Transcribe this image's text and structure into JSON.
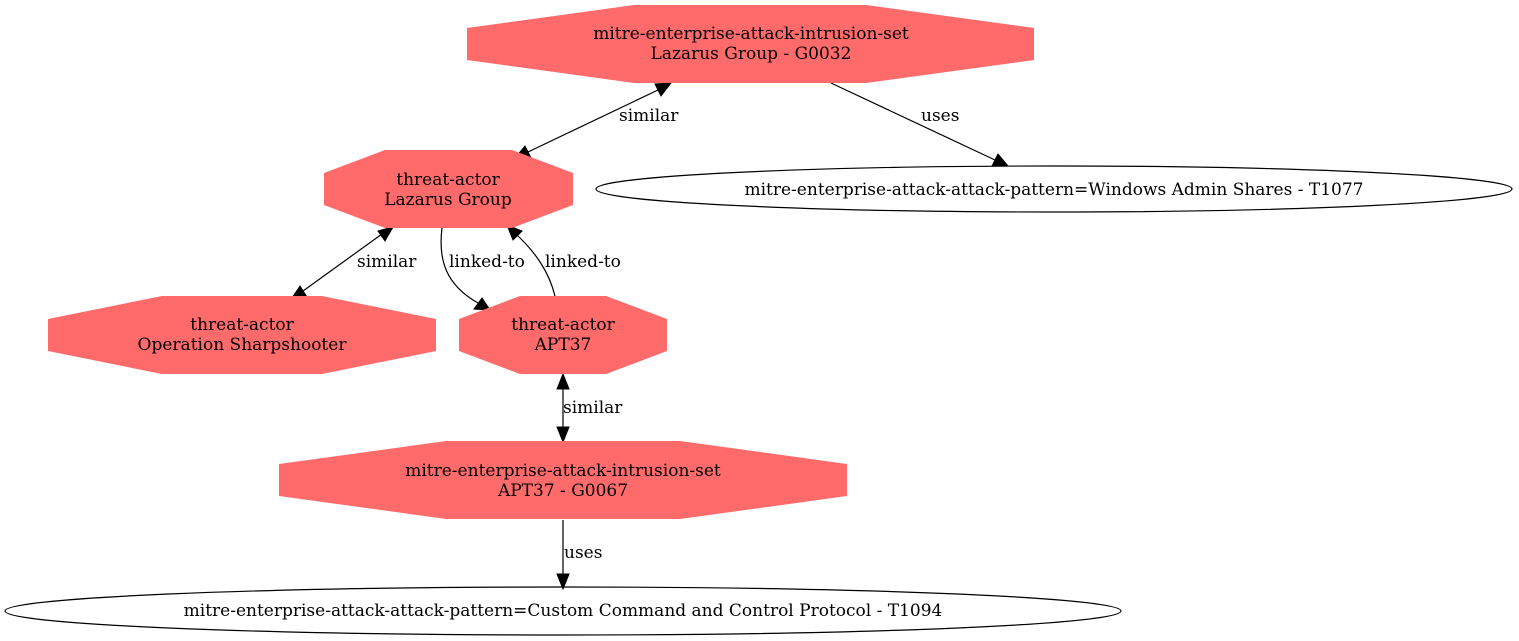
{
  "colors": {
    "intrusion_set_fill": "#ff6b6b",
    "threat_actor_fill": "#ff6b6b",
    "attack_pattern_stroke": "#000000",
    "edge": "#000000"
  },
  "nodes": {
    "lazarus_g0032": {
      "shape": "octagon",
      "type_label": "mitre-enterprise-attack-intrusion-set",
      "name_label": "Lazarus Group - G0032"
    },
    "windows_admin_shares": {
      "shape": "ellipse",
      "label": "mitre-enterprise-attack-attack-pattern=Windows Admin Shares - T1077"
    },
    "lazarus_actor": {
      "shape": "octagon",
      "type_label": "threat-actor",
      "name_label": "Lazarus Group"
    },
    "operation_sharpshooter": {
      "shape": "octagon",
      "type_label": "threat-actor",
      "name_label": "Operation Sharpshooter"
    },
    "apt37_actor": {
      "shape": "octagon",
      "type_label": "threat-actor",
      "name_label": "APT37"
    },
    "apt37_g0067": {
      "shape": "octagon",
      "type_label": "mitre-enterprise-attack-intrusion-set",
      "name_label": "APT37 - G0067"
    },
    "custom_c2": {
      "shape": "ellipse",
      "label": "mitre-enterprise-attack-attack-pattern=Custom Command and Control Protocol - T1094"
    }
  },
  "edges": {
    "g0032_lazarus": {
      "from": "lazarus_g0032",
      "to": "lazarus_actor",
      "label": "similar",
      "direction": "both"
    },
    "g0032_t1077": {
      "from": "lazarus_g0032",
      "to": "windows_admin_shares",
      "label": "uses",
      "direction": "forward"
    },
    "lazarus_sharpshooter": {
      "from": "lazarus_actor",
      "to": "operation_sharpshooter",
      "label": "similar",
      "direction": "both"
    },
    "lazarus_apt37": {
      "from": "lazarus_actor",
      "to": "apt37_actor",
      "label": "linked-to",
      "direction": "forward"
    },
    "apt37_lazarus": {
      "from": "apt37_actor",
      "to": "lazarus_actor",
      "label": "linked-to",
      "direction": "forward"
    },
    "apt37_g0067": {
      "from": "apt37_actor",
      "to": "apt37_g0067",
      "label": "similar",
      "direction": "both"
    },
    "g0067_t1094": {
      "from": "apt37_g0067",
      "to": "custom_c2",
      "label": "uses",
      "direction": "forward"
    }
  }
}
